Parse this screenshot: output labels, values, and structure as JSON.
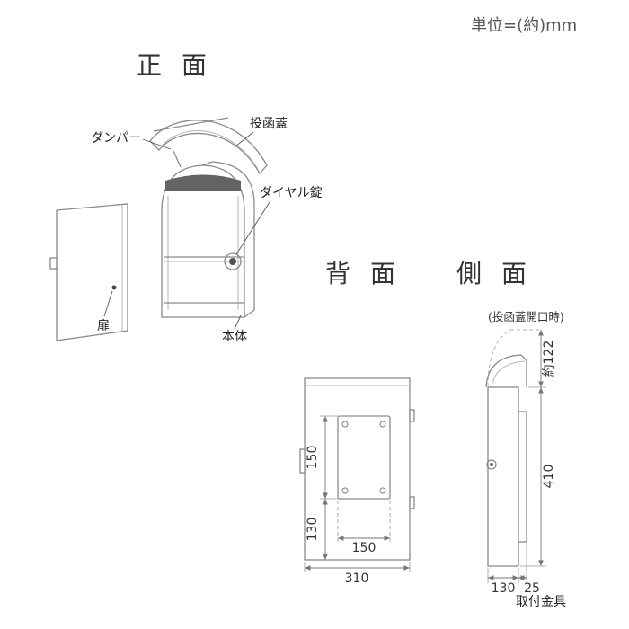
{
  "unit_note": "単位=(約)mm",
  "front": {
    "title": "正面",
    "labels": {
      "damper": "ダンパー",
      "lid": "投函蓋",
      "dial": "ダイヤル錠",
      "door": "扉",
      "body": "本体"
    }
  },
  "back": {
    "title": "背面",
    "dims": {
      "plate_height": "150",
      "lower_height": "130",
      "plate_width": "150",
      "total_width": "310"
    }
  },
  "side": {
    "title": "側面",
    "note": "(投函蓋開口時)",
    "dims": {
      "open_height": "約122",
      "body_height": "410",
      "depth": "130",
      "bracket_depth": "25"
    },
    "labels": {
      "bracket": "取付金具"
    }
  },
  "colors": {
    "line": "#8a8a8a",
    "text": "#333333",
    "slot": "#636363"
  }
}
